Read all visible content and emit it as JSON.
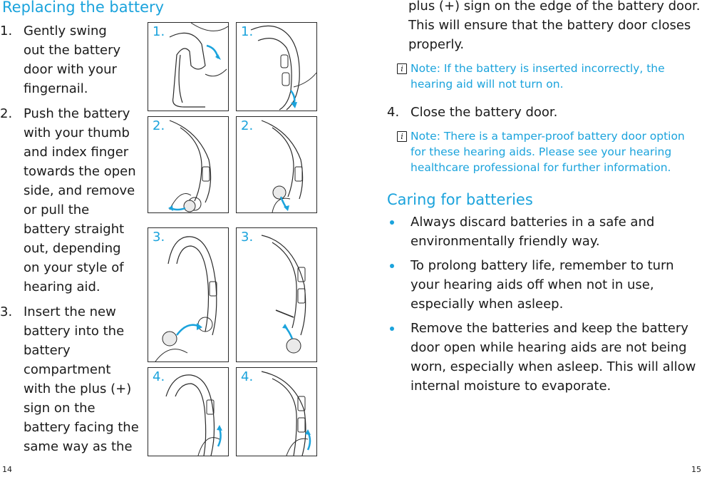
{
  "left": {
    "title": "Replacing the battery",
    "steps": [
      {
        "num": "1.",
        "text": "Gently swing out the battery door with your fingernail."
      },
      {
        "num": "2.",
        "text": "Push the battery with your thumb and index finger towards the open side, and remove or pull the battery straight out, depending on your style of hearing aid."
      },
      {
        "num": "3.",
        "text": "Insert the new battery into the battery compartment with the plus (+) sign on the battery facing the same way as the"
      }
    ],
    "panel_labels": [
      "1.",
      "1.",
      "2.",
      "2.",
      "3.",
      "3.",
      "4.",
      "4."
    ],
    "page_number": "14"
  },
  "right": {
    "continuation": "plus (+) sign on the edge of the battery door. This will ensure that the battery door closes properly.",
    "note1": "Note: If the battery is inserted incorrectly, the hearing aid will not turn on.",
    "step4": {
      "num": "4.",
      "text": "Close the battery door."
    },
    "note2": "Note: There is a tamper-proof battery door option for these hearing aids. Please see your hearing healthcare professional for further information.",
    "caring_title": "Caring for batteries",
    "bullets": [
      "Always discard batteries in a safe and environmentally friendly way.",
      "To prolong battery life, remember to turn your hearing aids off when not in use, especially when asleep.",
      "Remove the batteries and keep the battery door open while hearing aids are not being worn, especially when asleep. This will allow internal moisture to evaporate."
    ],
    "note_icon": "i",
    "page_number": "15"
  },
  "colors": {
    "accent": "#1ba3dc",
    "text": "#1a1a1a"
  },
  "icons": [
    "info-note-icon",
    "bullet-dot-icon"
  ]
}
